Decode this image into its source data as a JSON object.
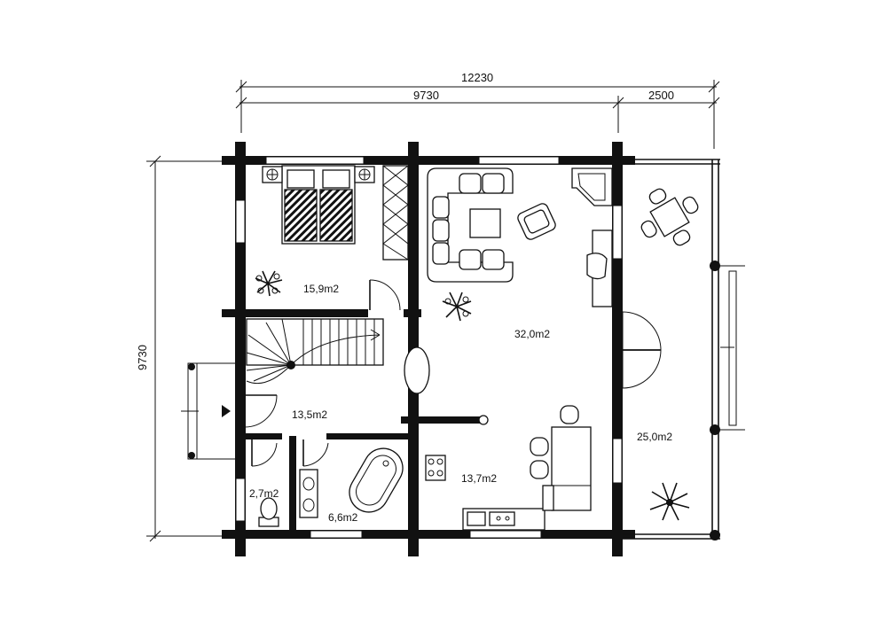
{
  "dimensions": {
    "total_width": "12230",
    "main_width": "9730",
    "terrace_width": "2500",
    "height": "9730"
  },
  "rooms": [
    {
      "id": "bedroom",
      "area": "15,9m2"
    },
    {
      "id": "living",
      "area": "32,0m2"
    },
    {
      "id": "hall",
      "area": "13,5m2"
    },
    {
      "id": "kitchen",
      "area": "13,7m2"
    },
    {
      "id": "terrace",
      "area": "25,0m2"
    },
    {
      "id": "wc",
      "area": "2,7m2"
    },
    {
      "id": "bathroom",
      "area": "6,6m2"
    }
  ]
}
